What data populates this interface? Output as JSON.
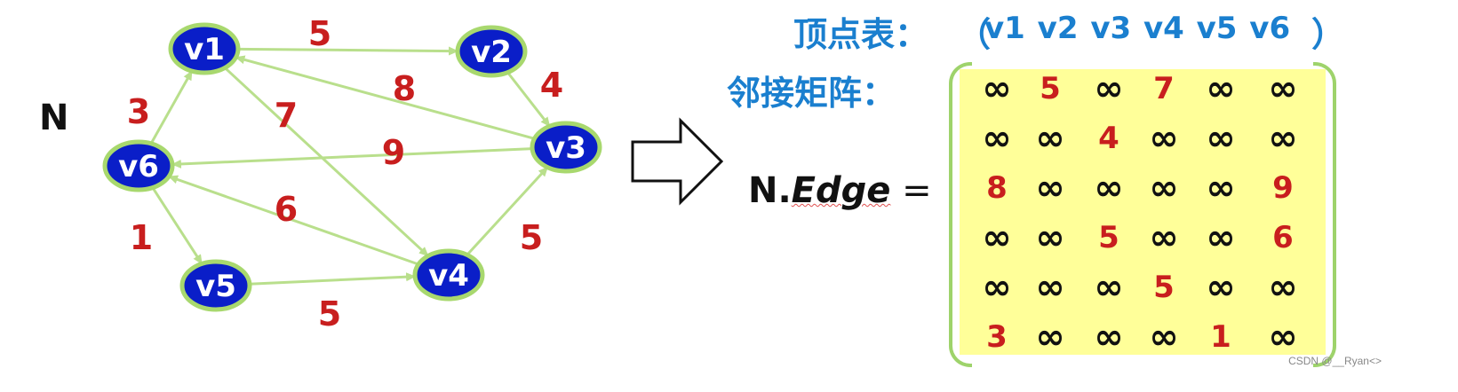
{
  "graph": {
    "name": "N",
    "vertices": [
      {
        "id": "v1",
        "label": "v1"
      },
      {
        "id": "v2",
        "label": "v2"
      },
      {
        "id": "v3",
        "label": "v3"
      },
      {
        "id": "v4",
        "label": "v4"
      },
      {
        "id": "v5",
        "label": "v5"
      },
      {
        "id": "v6",
        "label": "v6"
      }
    ],
    "edges": [
      {
        "from": "v1",
        "to": "v2",
        "weight": "5"
      },
      {
        "from": "v2",
        "to": "v3",
        "weight": "4"
      },
      {
        "from": "v3",
        "to": "v1",
        "weight": "8"
      },
      {
        "from": "v3",
        "to": "v6",
        "weight": "9"
      },
      {
        "from": "v1",
        "to": "v4",
        "weight": "7"
      },
      {
        "from": "v4",
        "to": "v6",
        "weight": "6"
      },
      {
        "from": "v4",
        "to": "v3",
        "weight": "5"
      },
      {
        "from": "v6",
        "to": "v1",
        "weight": "3"
      },
      {
        "from": "v6",
        "to": "v5",
        "weight": "1"
      },
      {
        "from": "v5",
        "to": "v4",
        "weight": "5"
      }
    ],
    "colors": {
      "node_fill": "#0a1ec8",
      "node_border": "#a8d86e",
      "edge": "#b9df8c",
      "weight": "#c81e1e"
    }
  },
  "vertex_table": {
    "title": "顶点表：",
    "paren_open": "（",
    "list": "v1 v2  v3 v4 v5 v6",
    "paren_close": "）"
  },
  "adjacency": {
    "title": "邻接矩阵：",
    "equation": {
      "prefix": "N.",
      "name": "Edge",
      "equals": " ="
    },
    "rows": [
      [
        "∞",
        "5",
        "∞",
        "7",
        "∞",
        "∞"
      ],
      [
        "∞",
        "∞",
        "4",
        "∞",
        "∞",
        "∞"
      ],
      [
        "8",
        "∞",
        "∞",
        "∞",
        "∞",
        "9"
      ],
      [
        "∞",
        "∞",
        "5",
        "∞",
        "∞",
        "6"
      ],
      [
        "∞",
        "∞",
        "∞",
        "5",
        "∞",
        "∞"
      ],
      [
        "3",
        "∞",
        "∞",
        "∞",
        "1",
        "∞"
      ]
    ]
  },
  "watermark": "CSDN @__Ryan<>"
}
